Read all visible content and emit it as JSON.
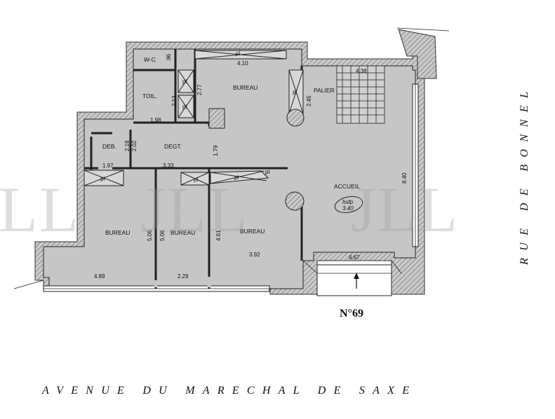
{
  "rooms": {
    "wc": "W-C",
    "toil": "TOIL.",
    "bureau_top": "BUREAU",
    "palier": "PALIER",
    "deb": "DEB.",
    "degt": "DEGT.",
    "accueil": "ACCUEIL",
    "bureau_left": "BUREAU",
    "bureau_mid": "BUREAU",
    "bureau_right": "BUREAU"
  },
  "placards": [
    "pl",
    "pl",
    "pl",
    "pl",
    "pl",
    "pl",
    "pl",
    "pl"
  ],
  "ceiling_height": {
    "label": "hsfp",
    "value": "3.40"
  },
  "dimensions": {
    "d410": "4.10",
    "d438": "4.38",
    "d096": ".96",
    "d213": "2.13",
    "d277": "2.77",
    "d245": "2.45",
    "d198": "1.98",
    "d218": "2.18",
    "d202": "2.02",
    "d179": "1.79",
    "d197": "1.97",
    "d333": "3.33",
    "d840": "8.40",
    "d506a": "5.06",
    "d506b": "5.06",
    "d461": "4.61",
    "d392": "3.92",
    "d467": "4.67",
    "d489": "4.89",
    "d229": "2.29"
  },
  "entrance": "N°69",
  "street_bottom": "AVENUE DU MARECHAL DE SAXE",
  "street_right": "RUE DE BONNEL",
  "watermarks": [
    "JLL",
    "JLL",
    "JLL"
  ]
}
